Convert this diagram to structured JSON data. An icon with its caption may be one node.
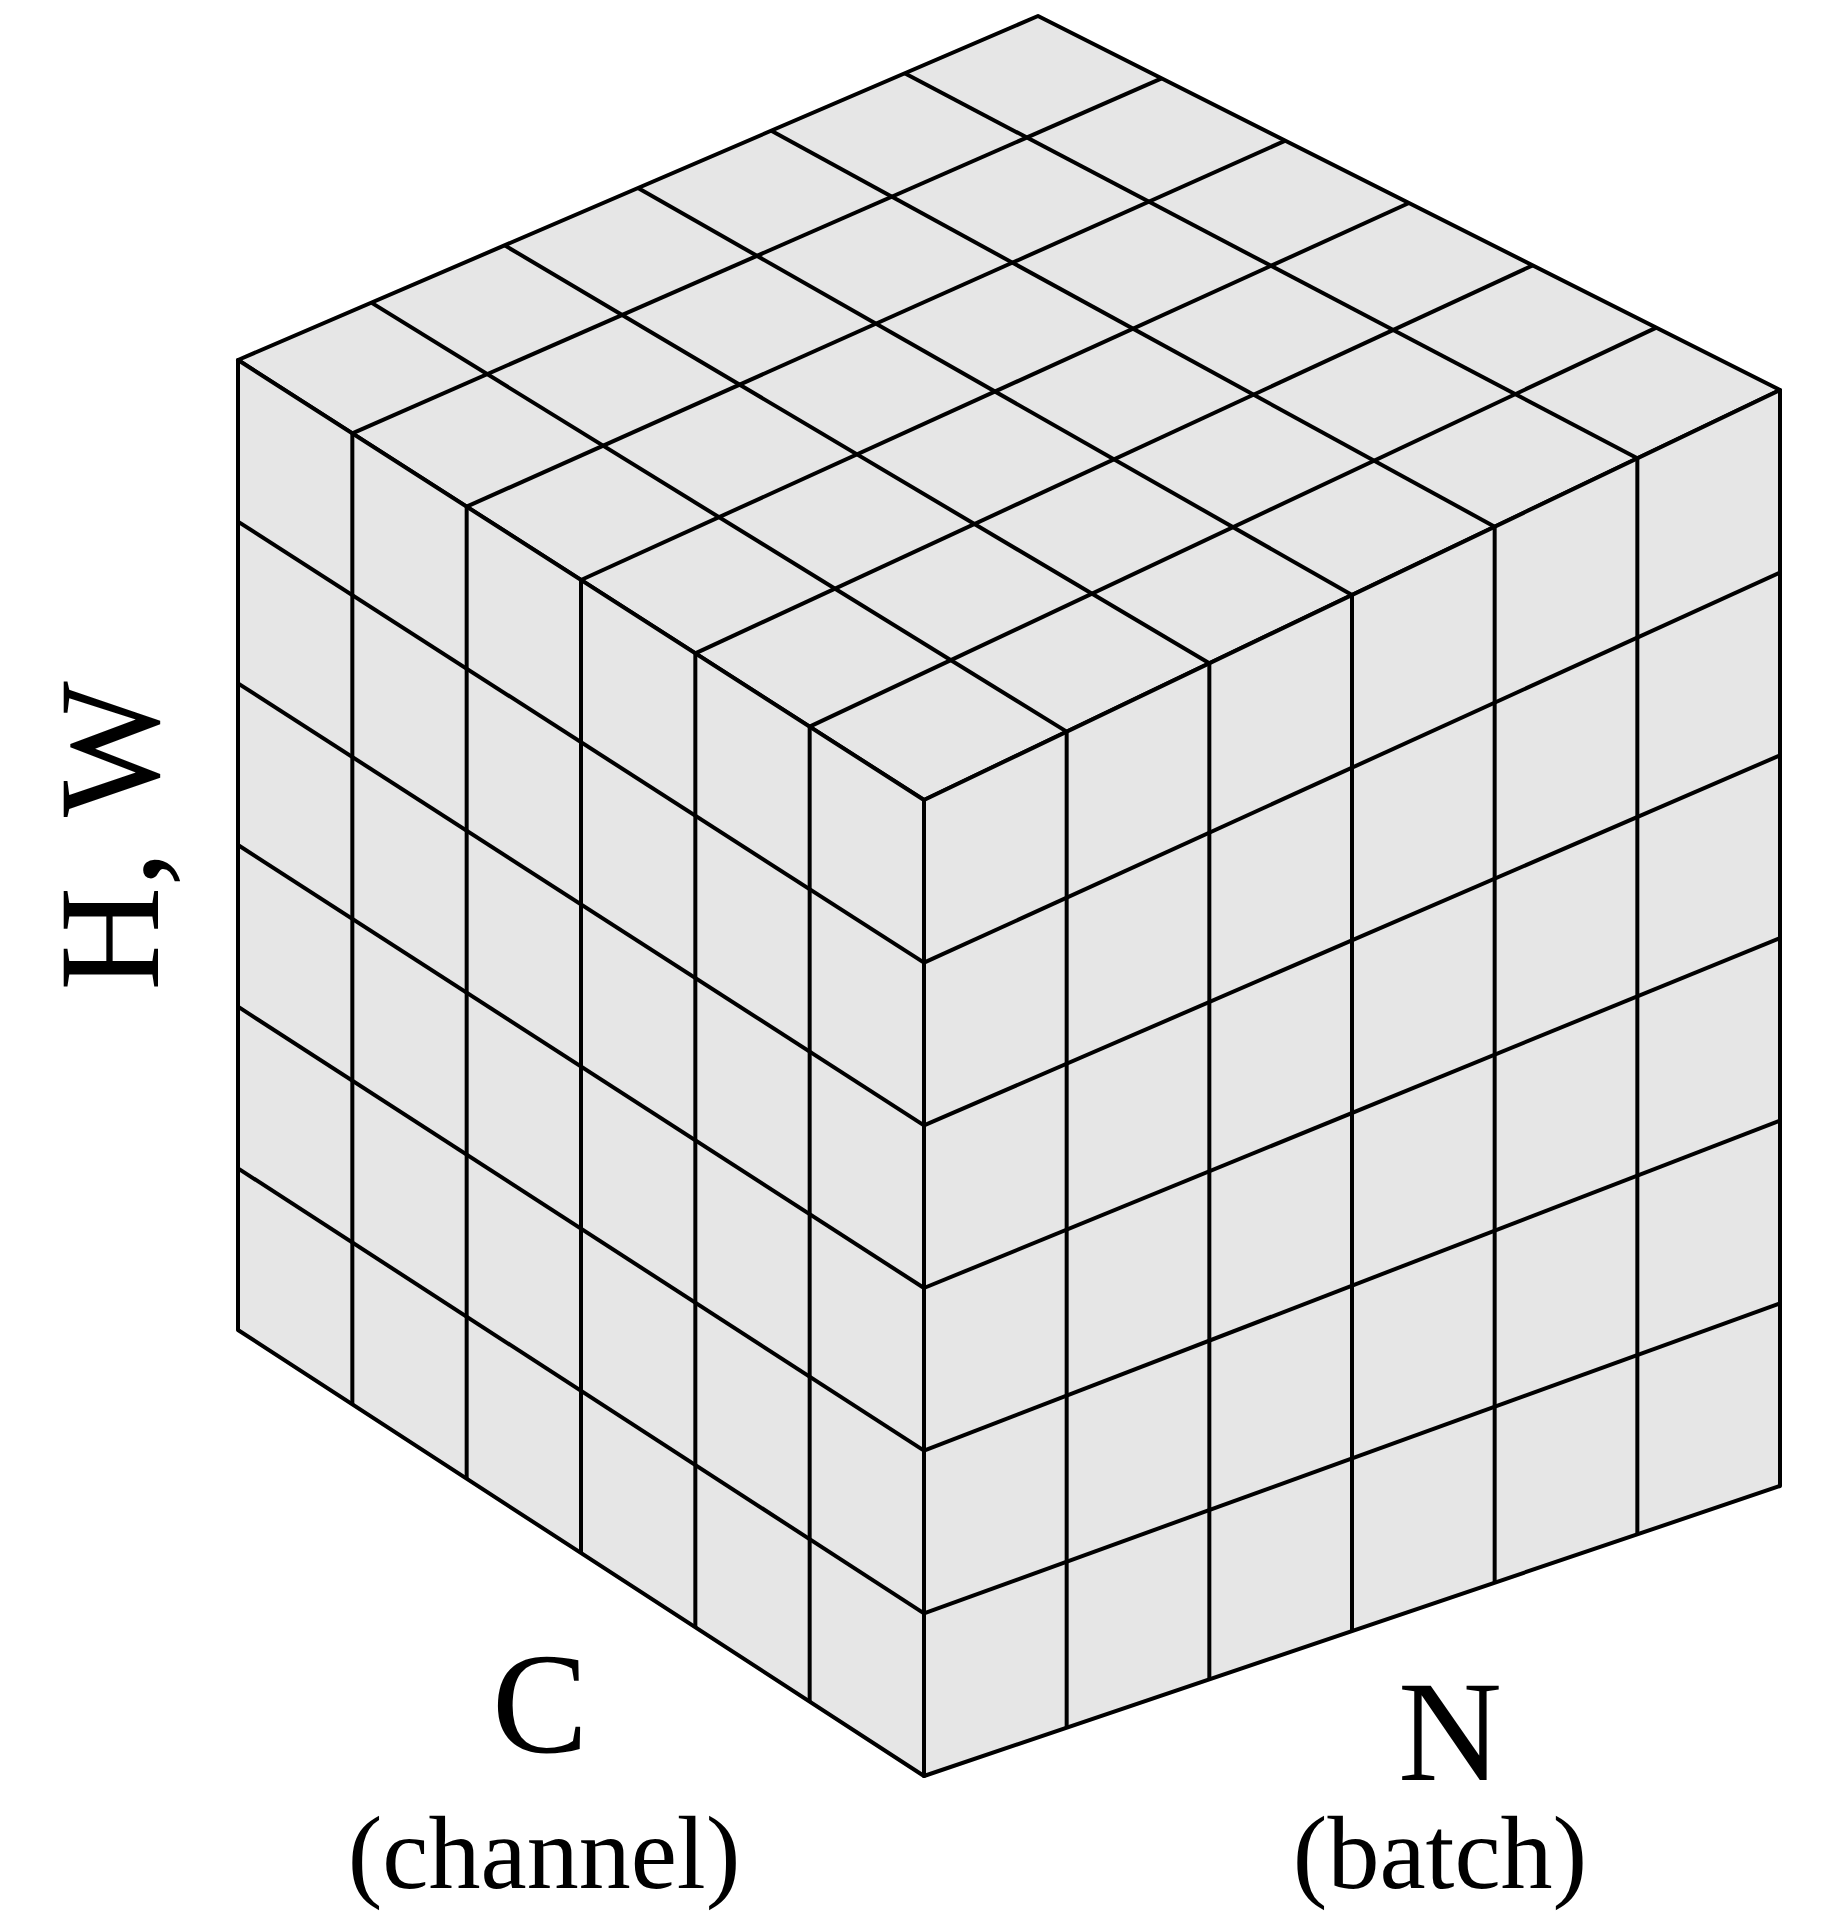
{
  "diagram": {
    "labels": [
      "H, W",
      "C",
      "(channel)",
      "N",
      "(batch)"
    ]
  }
}
